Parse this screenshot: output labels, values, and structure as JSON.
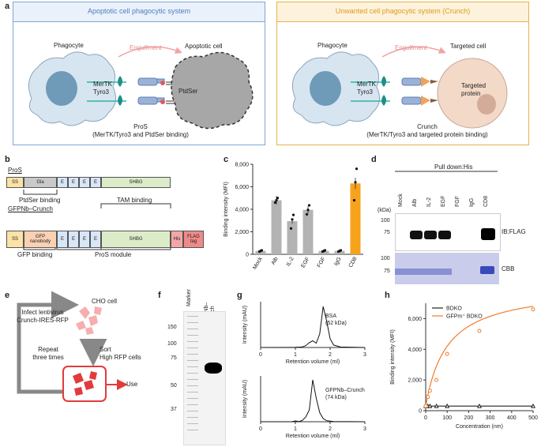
{
  "panel_a": {
    "label": "a",
    "left_title": "Apoptotic cell phagocytic system",
    "right_title": "Unwanted cell phagocytic system (Crunch)",
    "phagocyte": "Phagocyte",
    "receptor_line1": "MerTK",
    "receptor_line2": "Tyro3",
    "engulfment": "Engulfment",
    "apoptotic_cell": "Apoptotic cell",
    "ptdser": "PtdSer",
    "pros_line1": "ProS",
    "pros_line2": "(MerTK/Tyro3 and PtdSer binding)",
    "targeted_cell": "Targeted cell",
    "targeted_protein_line1": "Targeted",
    "targeted_protein_line2": "protein",
    "crunch_line1": "Crunch",
    "crunch_line2": "(MerTK/Tyro3 and targeted protein binding)"
  },
  "panel_b": {
    "label": "b",
    "pros_title": "ProS",
    "pros_domains": [
      "SS",
      "Gla",
      "E",
      "E",
      "E",
      "E",
      "SHBG"
    ],
    "ptdser_binding": "PtdSer binding",
    "tam_binding": "TAM binding",
    "crunch_title": "GFPNb–Crunch",
    "crunch_domains": [
      "SS",
      "GFP nanobody",
      "E",
      "E",
      "E",
      "E",
      "SHBG",
      "His",
      "FLAG tag"
    ],
    "gfp_binding": "GFP binding",
    "pros_module": "ProS module"
  },
  "panel_c": {
    "label": "c"
  },
  "panel_d": {
    "label": "d",
    "title": "Pull down:His",
    "lanes": [
      "Mock",
      "Alb",
      "IL-2",
      "EGF",
      "FGF",
      "IgG",
      "CD8"
    ],
    "kda": "(kDa)",
    "markers_top": [
      "100",
      "75"
    ],
    "markers_bottom": [
      "100",
      "75"
    ],
    "top_label": "IB:FLAG",
    "bottom_label": "CBB"
  },
  "panel_e": {
    "label": "e",
    "infect_line1": "Infect lentivirus",
    "infect_line2": "Crunch-IRES-RFP",
    "cho": "CHO cell",
    "repeat_line1": "Repeat",
    "repeat_line2": "three times",
    "sort_line1": "Sort",
    "sort_line2": "High RFP cells",
    "use": "Use"
  },
  "panel_f": {
    "label": "f",
    "lanes": [
      "Marker",
      "GFPNb–Crunch"
    ],
    "markers": [
      "150",
      "100",
      "75",
      "50",
      "37"
    ]
  },
  "panel_g": {
    "label": "g"
  },
  "panel_h": {
    "label": "h"
  },
  "chart_data": [
    {
      "id": "c",
      "type": "bar",
      "categories": [
        "Mock",
        "Alb",
        "IL-2",
        "EGF",
        "FGF",
        "IgG",
        "CD8"
      ],
      "values": [
        300,
        4800,
        2950,
        3950,
        300,
        300,
        6300
      ],
      "points": [
        [
          250,
          300,
          350
        ],
        [
          4600,
          4800,
          5000
        ],
        [
          2300,
          3100,
          3500
        ],
        [
          3550,
          3950,
          4350
        ],
        [
          250,
          300,
          350
        ],
        [
          250,
          300,
          350
        ],
        [
          4800,
          6400,
          7600
        ]
      ],
      "ylabel": "Binding intensity (MFI)",
      "ylim": [
        0,
        8000
      ],
      "yticks": [
        "0",
        "2,000",
        "4,000",
        "6,000",
        "8,000"
      ],
      "colors": {
        "default": "#b3b3b3",
        "highlight": "#f7a21b"
      }
    },
    {
      "id": "g-top",
      "type": "line",
      "x": [
        0,
        0.9,
        1.0,
        1.2,
        1.3,
        1.4,
        1.5,
        1.6,
        1.7,
        1.8,
        1.9,
        2.0,
        2.1,
        2.3,
        3.0
      ],
      "y": [
        0,
        0.1,
        0.4,
        1.2,
        4,
        10,
        14,
        9,
        28,
        85,
        55,
        18,
        5,
        1,
        0
      ],
      "annotation_line1": "BSA",
      "annotation_line2": "(52 kDa)",
      "ylabel": "Intensity (mAU)",
      "xlabel": "Retention volume (ml)",
      "xticks": [
        "0",
        "1",
        "2",
        "3"
      ]
    },
    {
      "id": "g-bottom",
      "type": "line",
      "x": [
        0,
        0.9,
        1.0,
        1.1,
        1.2,
        1.3,
        1.4,
        1.5,
        1.6,
        1.7,
        1.8,
        1.9,
        2.1,
        3.0
      ],
      "y": [
        0,
        0.2,
        3,
        0.5,
        5,
        18,
        45,
        160,
        90,
        35,
        12,
        4,
        1,
        0
      ],
      "annotation_line1": "GFPNb–Crunch",
      "annotation_line2": "(74 kDa)",
      "ylabel": "Intensity (mAU)",
      "xlabel": "Retention volume (ml)",
      "xticks": [
        "0",
        "1",
        "2",
        "3"
      ]
    },
    {
      "id": "h",
      "type": "scatter",
      "xlabel": "Concentration (nm)",
      "ylabel": "Binding intensity (MFI)",
      "xlim": [
        0,
        500
      ],
      "ylim": [
        0,
        7000
      ],
      "xticks": [
        "0",
        "100",
        "200",
        "300",
        "400",
        "500"
      ],
      "yticks": [
        "0",
        "2,000",
        "4,000",
        "6,000"
      ],
      "series": [
        {
          "name": "BDKO",
          "color": "#222222",
          "x": [
            0,
            10,
            20,
            50,
            100,
            250,
            500
          ],
          "y": [
            300,
            300,
            300,
            300,
            300,
            300,
            300
          ]
        },
        {
          "name": "GFPm⁺ BDKO",
          "color": "#f07c2a",
          "x": [
            0,
            10,
            20,
            50,
            100,
            250,
            500
          ],
          "y": [
            300,
            900,
            1300,
            2000,
            3700,
            5200,
            6600
          ]
        }
      ]
    }
  ]
}
